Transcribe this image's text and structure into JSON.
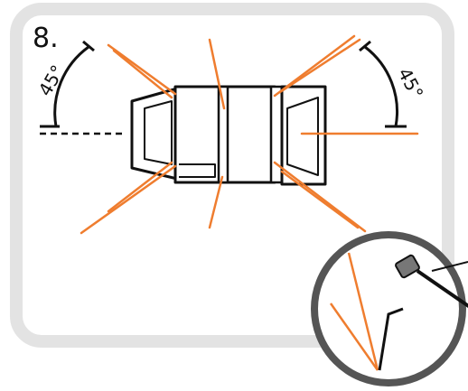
{
  "step": {
    "number": "8."
  },
  "angles": {
    "left": "45°",
    "right": "45°"
  },
  "colors": {
    "panel_border": "#e3e3e3",
    "outline": "#111111",
    "guide_lines": "#ef7d2f",
    "inset_ring": "#555555"
  },
  "icons": {
    "tool": "staple-gun-icon",
    "hammer": "hammer-icon",
    "staple": "staple-icon"
  }
}
